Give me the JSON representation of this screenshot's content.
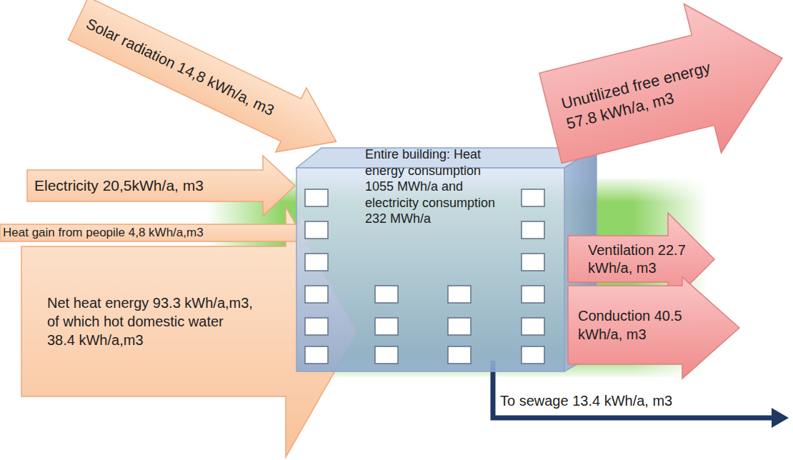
{
  "diagram": {
    "nodes": [
      {
        "text": [
          "Solar radiation 14,8 kWh/a, m3"
        ]
      },
      {
        "text": [
          "Electricity 20,5kWh/a, m3"
        ]
      },
      {
        "text": [
          "Heat gain from peopile 4,8 kWh/a,m3"
        ]
      },
      {
        "text": [
          "Net heat energy 93.3 kWh/a,m3, of which hot domestic water 38.4 kWh/a,m3"
        ]
      },
      {
        "text": [
          "Entire building: Heat energy consumption 1055 MWh/a and electricity consumption 232 MWh/a"
        ]
      },
      {
        "text": [
          "Unutilized free energy 57.8 kWh/a, m3"
        ]
      },
      {
        "text": [
          "Ventilation 22.7 kWh/a, m3"
        ]
      },
      {
        "text": [
          "Conduction 40.5 kWh/a, m3"
        ]
      }
    ],
    "labels": [
      "To sewage 13.4 kWh/a, m3"
    ]
  }
}
